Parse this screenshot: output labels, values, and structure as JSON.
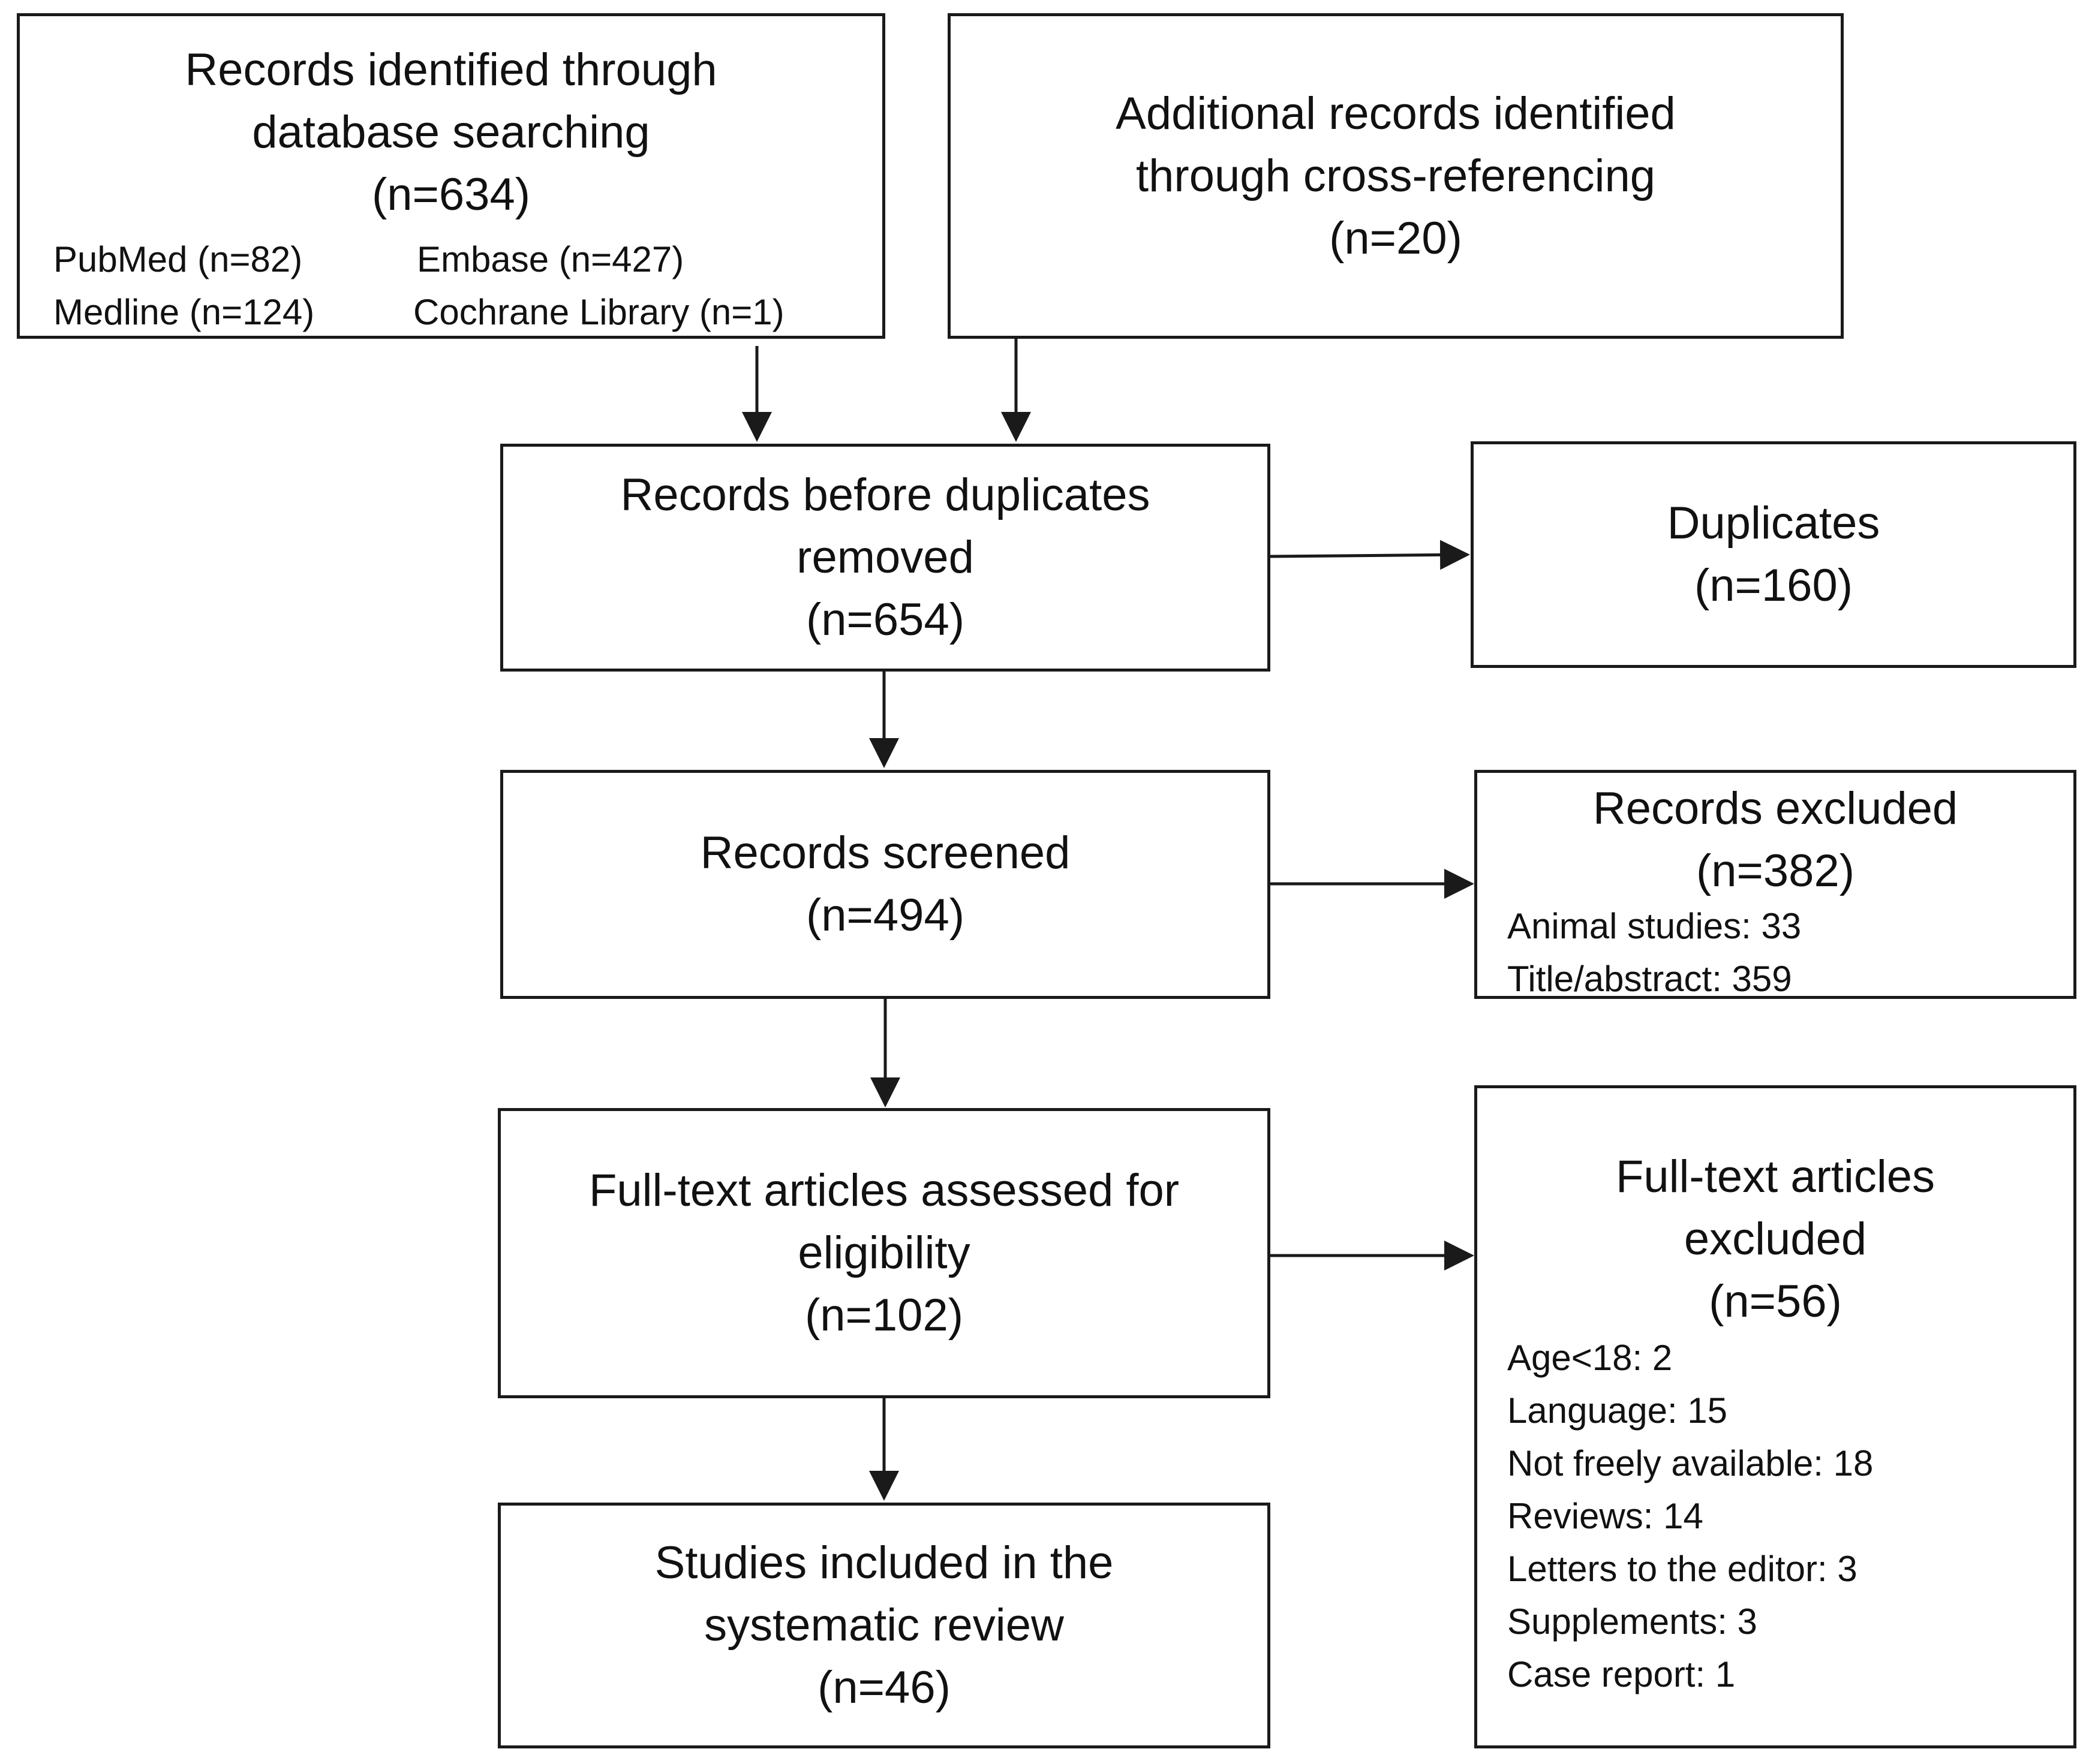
{
  "boxes": {
    "database": {
      "title_line1": "Records identified through",
      "title_line2": "database searching",
      "count": "(n=634)",
      "sources": {
        "pubmed": "PubMed (n=82)",
        "embase": "Embase (n=427)",
        "medline": "Medline (n=124)",
        "cochrane": "Cochrane Library (n=1)"
      }
    },
    "additional": {
      "title_line1": "Additional records identified",
      "title_line2": "through cross-referencing",
      "count": "(n=20)"
    },
    "before_duplicates": {
      "title_line1": "Records before duplicates",
      "title_line2": "removed",
      "count": "(n=654)"
    },
    "duplicates": {
      "title": "Duplicates",
      "count": "(n=160)"
    },
    "screened": {
      "title": "Records screened",
      "count": "(n=494)"
    },
    "records_excluded": {
      "title": "Records excluded",
      "count": "(n=382)",
      "reasons": [
        "Animal studies: 33",
        "Title/abstract: 359"
      ]
    },
    "fulltext_assessed": {
      "title_line1": "Full-text articles assessed for",
      "title_line2": "eligibility",
      "count": "(n=102)"
    },
    "fulltext_excluded": {
      "title_line1": "Full-text articles",
      "title_line2": "excluded",
      "count": "(n=56)",
      "reasons": [
        "Age<18: 2",
        "Language: 15",
        "Not freely available: 18",
        "Reviews: 14",
        "Letters to the editor: 3",
        "Supplements: 3",
        "Case report: 1"
      ]
    },
    "included": {
      "title_line1": "Studies included in the",
      "title_line2": "systematic review",
      "count": "(n=46)"
    }
  },
  "colors": {
    "line": "#1a1a1a",
    "text": "#111111",
    "background": "#ffffff"
  }
}
